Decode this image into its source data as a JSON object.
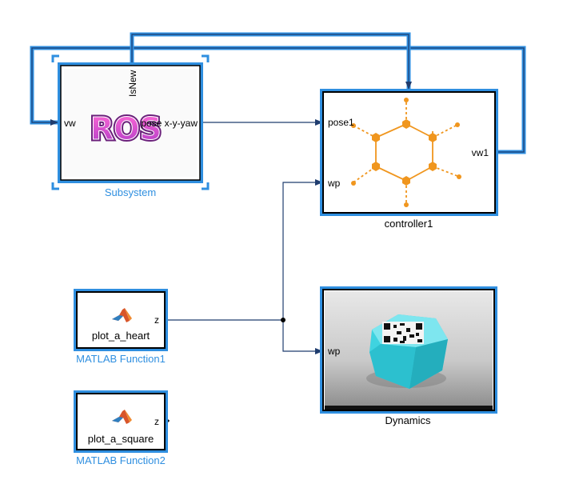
{
  "blocks": {
    "subsystem": {
      "name": "Subsystem",
      "in_port": "vw",
      "out_port": "pose x-y-yaw",
      "top_port": "IsNew",
      "logo_text": "ROS"
    },
    "controller": {
      "name": "controller1",
      "in_port_1": "pose1",
      "in_port_2": "wp",
      "out_port": "vw1"
    },
    "matlab_fn1": {
      "name": "MATLAB Function1",
      "body_label": "plot_a_heart",
      "out_port": "z"
    },
    "matlab_fn2": {
      "name": "MATLAB Function2",
      "body_label": "plot_a_square",
      "out_port": "z"
    },
    "dynamics": {
      "name": "Dynamics",
      "in_port": "wp"
    }
  },
  "icons": {
    "matlab": "matlab-logo-icon",
    "molecule": "hexagon-network-icon",
    "robot": "robot-render-icon"
  },
  "colors": {
    "selection_blue": "#2f8fe0",
    "signal_line": "#1f3c6e",
    "molecule_orange": "#f0961e",
    "robot_cyan": "#3fd3e0"
  }
}
